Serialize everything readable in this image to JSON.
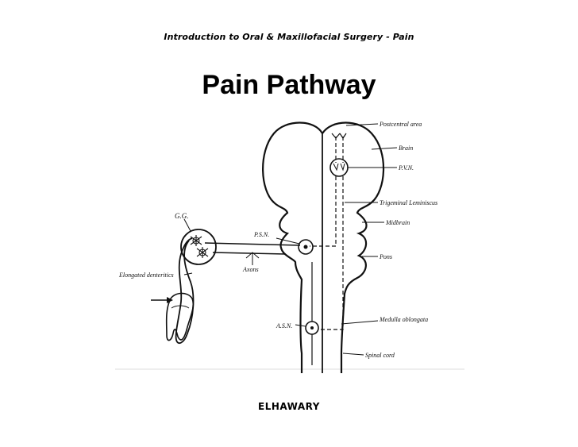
{
  "header": {
    "text": "Introduction to Oral & Maxillofacial Surgery - Pain"
  },
  "title": "Pain Pathway",
  "footer": "ELHAWARY",
  "diagram": {
    "labels": {
      "postcentral": "Postcentral area",
      "brain": "Brain",
      "pvn": "P.V.N.",
      "trigeminal": "Trigeminal Leminiscus",
      "midbrain": "Midbrain",
      "pons": "Pons",
      "medulla": "Medulla oblongata",
      "spinal": "Spinal cord",
      "asn": "A.S.N.",
      "psn": "P.S.N.",
      "axons": "Axons",
      "gg": "G.G.",
      "dendrites": "Elongated denteritics"
    }
  }
}
